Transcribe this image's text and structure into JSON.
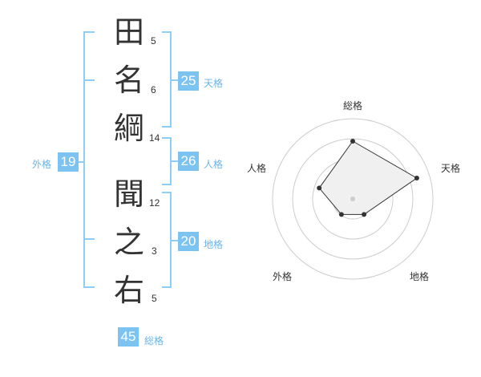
{
  "name_chars": [
    {
      "char": "田",
      "strokes": "5"
    },
    {
      "char": "名",
      "strokes": "6"
    },
    {
      "char": "綱",
      "strokes": "14"
    },
    {
      "char": "聞",
      "strokes": "12"
    },
    {
      "char": "之",
      "strokes": "3"
    },
    {
      "char": "右",
      "strokes": "5"
    }
  ],
  "fortunes": {
    "tenkaku": {
      "value": "25",
      "label": "天格"
    },
    "jinkaku": {
      "value": "26",
      "label": "人格"
    },
    "chikaku": {
      "value": "20",
      "label": "地格"
    },
    "gaikaku": {
      "value": "19",
      "label": "外格"
    },
    "soukaku": {
      "value": "45",
      "label": "総格"
    }
  },
  "radar": {
    "axes": [
      "総格",
      "天格",
      "地格",
      "外格",
      "人格"
    ],
    "values": [
      0.72,
      0.84,
      0.24,
      0.24,
      0.44
    ],
    "colors": {
      "fill": "#f0f0f0",
      "line": "#333333",
      "ring": "#cccccc"
    }
  },
  "colors": {
    "accent": "#7cc3f2",
    "bracket": "#8fcdf4"
  }
}
